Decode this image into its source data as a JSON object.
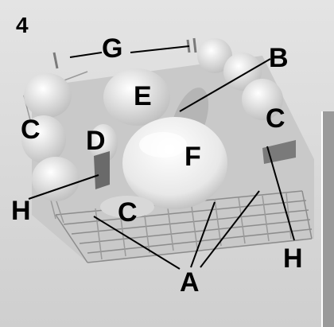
{
  "figure": {
    "number": "4",
    "callouts": {
      "g": "G",
      "b": "B",
      "e": "E",
      "c_left": "C",
      "d": "D",
      "c_right": "C",
      "f": "F",
      "h_left": "H",
      "c_bottom": "C",
      "h_right": "H",
      "a": "A"
    }
  },
  "colors": {
    "background": "#dcdcdc",
    "rack_wire": "#8c8c8c",
    "plate": "#f2f2f2",
    "leader_line": "#000000"
  }
}
